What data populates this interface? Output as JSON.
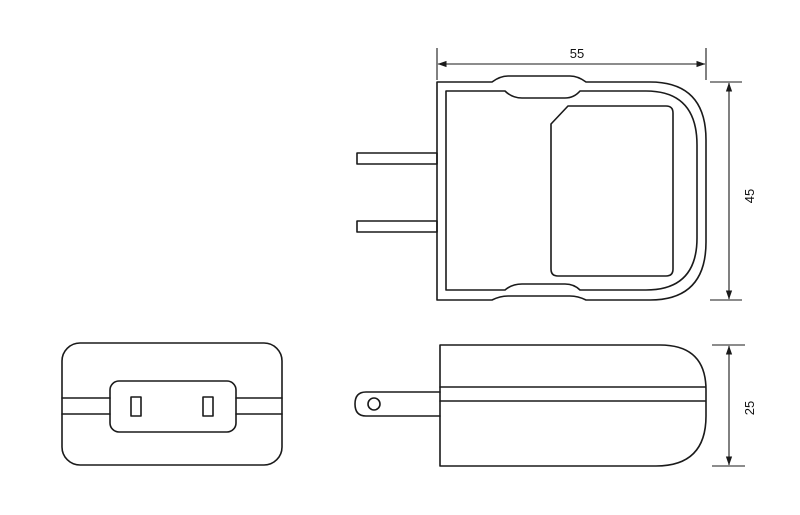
{
  "dimensions": {
    "width_label": "55",
    "height_label": "45",
    "depth_label": "25"
  },
  "colors": {
    "line": "#1a1a1a",
    "background": "#ffffff"
  }
}
